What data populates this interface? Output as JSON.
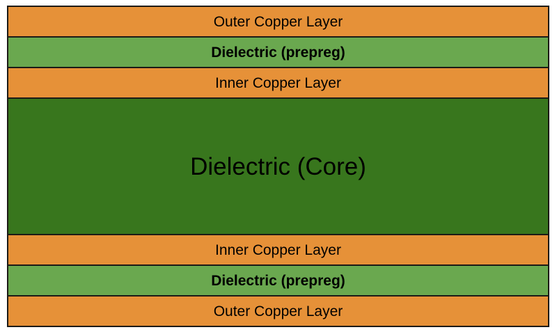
{
  "colors": {
    "copper": "#E69138",
    "prepreg": "#6AA84F",
    "core": "#38761D",
    "border": "#1C1A16",
    "background": "#FFFFFF",
    "text": "#000000"
  },
  "layers": [
    {
      "label": "Outer Copper Layer",
      "type": "copper"
    },
    {
      "label": "Dielectric (prepreg)",
      "type": "prepreg"
    },
    {
      "label": "Inner Copper Layer",
      "type": "copper"
    },
    {
      "label": "Dielectric (Core)",
      "type": "core"
    },
    {
      "label": "Inner Copper Layer",
      "type": "copper"
    },
    {
      "label": "Dielectric (prepreg)",
      "type": "prepreg"
    },
    {
      "label": "Outer Copper Layer",
      "type": "copper"
    }
  ]
}
